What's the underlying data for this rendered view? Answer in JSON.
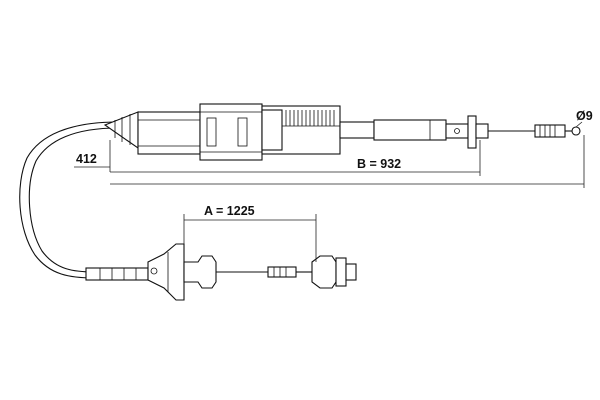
{
  "dimensions": {
    "d412": "412",
    "b": "B = 932",
    "a": "A = 1225",
    "diameter": "Ø9"
  },
  "colors": {
    "ink": "#111111",
    "background": "#ffffff"
  }
}
